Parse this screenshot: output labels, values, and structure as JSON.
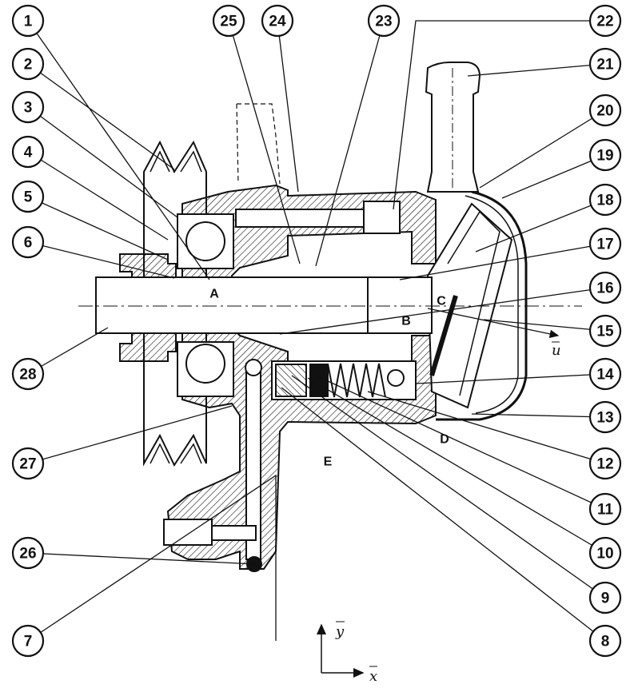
{
  "callouts": [
    "1",
    "2",
    "3",
    "4",
    "5",
    "6",
    "7",
    "8",
    "9",
    "10",
    "11",
    "12",
    "13",
    "14",
    "15",
    "16",
    "17",
    "18",
    "19",
    "20",
    "21",
    "22",
    "23",
    "24",
    "25",
    "26",
    "27",
    "28"
  ],
  "points": {
    "A": "A",
    "B": "B",
    "C": "C",
    "D": "D",
    "E": "E"
  },
  "vectors": {
    "u": "u",
    "x": "x",
    "y": "y"
  },
  "colors": {
    "ink": "#111111",
    "paper": "#ffffff"
  }
}
